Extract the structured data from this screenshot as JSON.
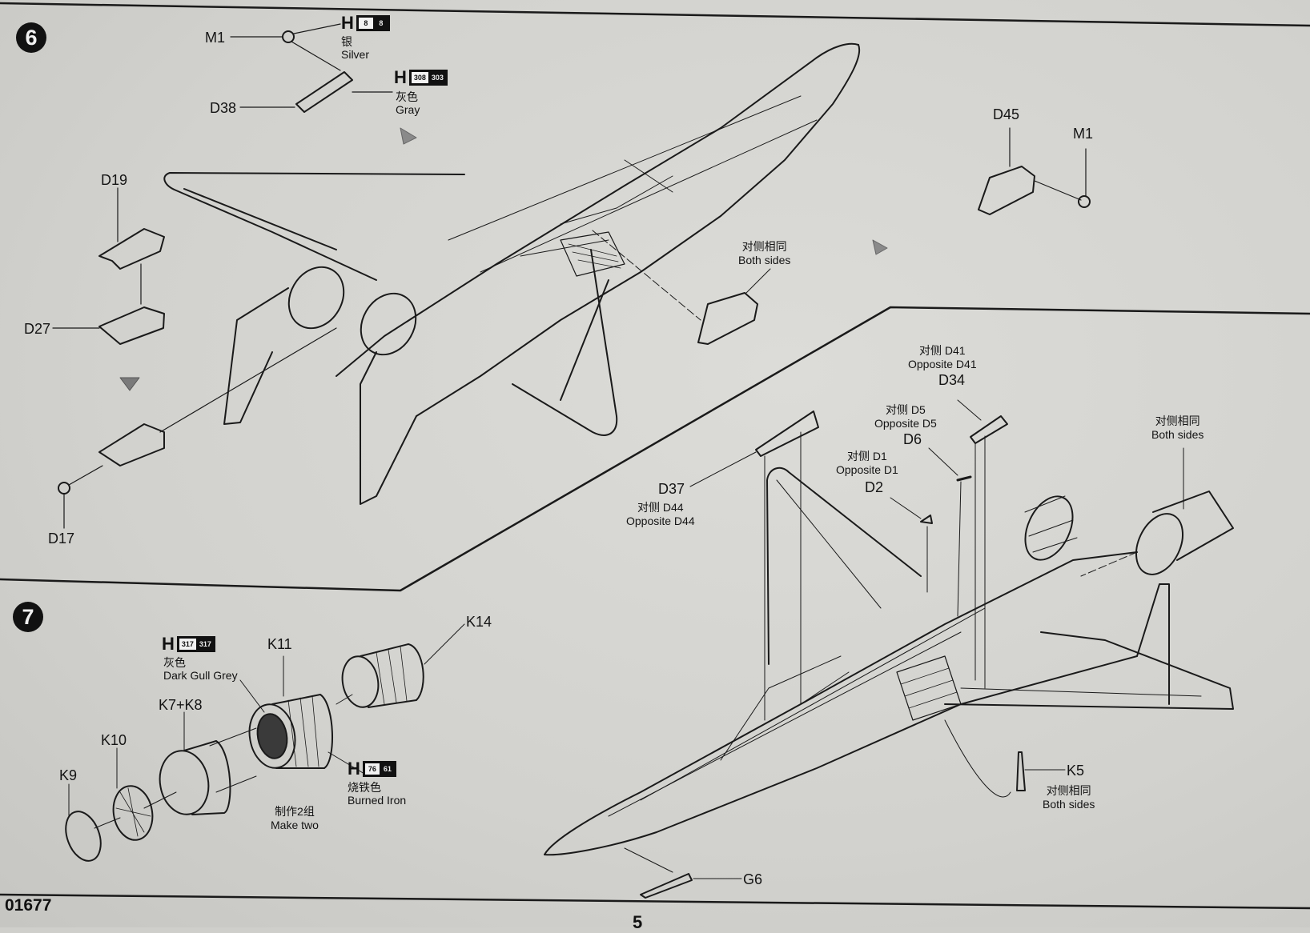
{
  "document": {
    "type": "model kit assembly instructions",
    "kit_code": "01677",
    "page_number": "5"
  },
  "steps": [
    {
      "number": "6",
      "parts": {
        "M1_top": "M1",
        "D38": "D38",
        "D19": "D19",
        "D27": "D27",
        "D17": "D17",
        "D45": "D45",
        "M1_right": "M1",
        "D37": "D37",
        "D34": "D34",
        "D6": "D6",
        "D2": "D2",
        "K5": "K5",
        "G6": "G6"
      },
      "notes": {
        "both_sides_intake_cn": "对侧相同",
        "both_sides_intake": "Both sides",
        "opposite_D41_cn": "对侧 D41",
        "opposite_D41": "Opposite D41",
        "opposite_D5_cn": "对侧 D5",
        "opposite_D5": "Opposite D5",
        "opposite_D1_cn": "对侧 D1",
        "opposite_D1": "Opposite D1",
        "opposite_D44_cn": "对侧 D44",
        "opposite_D44": "Opposite D44",
        "both_sides_exhaust_cn": "对侧相同",
        "both_sides_exhaust": "Both sides",
        "both_sides_k5_cn": "对侧相同",
        "both_sides_k5": "Both sides"
      },
      "paints": [
        {
          "brand": "H",
          "codes": [
            "8",
            "8"
          ],
          "name_cn": "银",
          "name": "Silver"
        },
        {
          "brand": "H",
          "codes": [
            "308",
            "303"
          ],
          "name_cn": "灰色",
          "name": "Gray"
        }
      ]
    },
    {
      "number": "7",
      "parts": {
        "K14": "K14",
        "K11": "K11",
        "K7K8": "K7+K8",
        "K10": "K10",
        "K9": "K9"
      },
      "notes": {
        "make_two_cn": "制作2组",
        "make_two": "Make two"
      },
      "paints": [
        {
          "brand": "H",
          "codes": [
            "317",
            "317"
          ],
          "name_cn": "灰色",
          "name": "Dark Gull Grey"
        },
        {
          "brand": "H",
          "codes": [
            "76",
            "61"
          ],
          "name_cn": "烧铁色",
          "name": "Burned Iron"
        }
      ]
    }
  ],
  "colors": {
    "paper": "#d4d4d0",
    "ink": "#111111"
  }
}
